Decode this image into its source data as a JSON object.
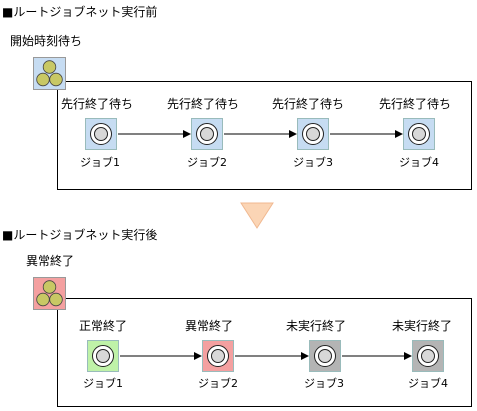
{
  "colors": {
    "frame": "#000000",
    "wait": "#c6dcf2",
    "normal": "#bff2a8",
    "abnormal": "#f4a0a0",
    "not_run": "#b4b4b4",
    "ball": "#c8c864",
    "arrow_down": "#fbd5b5"
  },
  "before": {
    "title": "■ルートジョブネット実行前",
    "net_status": "開始時刻待ち",
    "net_state": "wait",
    "jobs": [
      {
        "status": "先行終了待ち",
        "name": "ジョブ1",
        "state": "wait"
      },
      {
        "status": "先行終了待ち",
        "name": "ジョブ2",
        "state": "wait"
      },
      {
        "status": "先行終了待ち",
        "name": "ジョブ3",
        "state": "wait"
      },
      {
        "status": "先行終了待ち",
        "name": "ジョブ4",
        "state": "wait"
      }
    ]
  },
  "after": {
    "title": "■ルートジョブネット実行後",
    "net_status": "異常終了",
    "net_state": "abnormal",
    "jobs": [
      {
        "status": "正常終了",
        "name": "ジョブ1",
        "state": "normal"
      },
      {
        "status": "異常終了",
        "name": "ジョブ2",
        "state": "abnormal"
      },
      {
        "status": "未実行終了",
        "name": "ジョブ3",
        "state": "not_run"
      },
      {
        "status": "未実行終了",
        "name": "ジョブ4",
        "state": "not_run"
      }
    ]
  }
}
